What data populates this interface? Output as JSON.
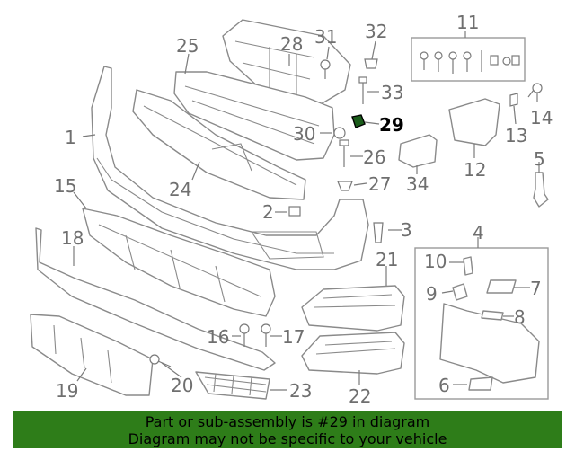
{
  "callouts": {
    "c1": "1",
    "c2": "2",
    "c3": "3",
    "c4": "4",
    "c5": "5",
    "c6": "6",
    "c7": "7",
    "c8": "8",
    "c9": "9",
    "c10": "10",
    "c11": "11",
    "c12": "12",
    "c13": "13",
    "c14": "14",
    "c15": "15",
    "c16": "16",
    "c17": "17",
    "c18": "18",
    "c19": "19",
    "c20": "20",
    "c21": "21",
    "c22": "22",
    "c23": "23",
    "c24": "24",
    "c25": "25",
    "c26": "26",
    "c27": "27",
    "c28": "28",
    "c29": "29",
    "c30": "30",
    "c31": "31",
    "c32": "32",
    "c33": "33",
    "c34": "34"
  },
  "highlight": {
    "part_number": "29",
    "color": "#000000"
  },
  "banner": {
    "line1": "Part or sub-assembly is #29 in diagram",
    "line2": "Diagram may not be specific to your vehicle",
    "background": "#2e7d19"
  }
}
